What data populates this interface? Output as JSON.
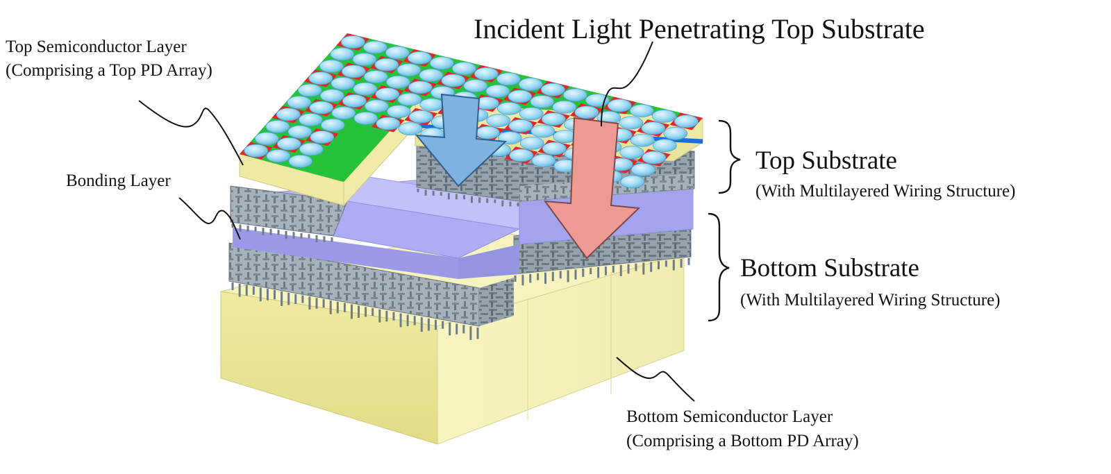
{
  "labels": {
    "incident_light": "Incident Light Penetrating Top Substrate",
    "top_semiconductor_line1": "Top Semiconductor Layer",
    "top_semiconductor_line2": "(Comprising a Top PD Array)",
    "bonding_layer": "Bonding Layer",
    "top_substrate": "Top Substrate",
    "top_substrate_sub": "(With Multilayered Wiring Structure)",
    "bottom_substrate": "Bottom Substrate",
    "bottom_substrate_sub": "(With Multilayered Wiring Structure)",
    "bottom_semiconductor_line1": "Bottom Semiconductor Layer",
    "bottom_semiconductor_line2": "(Comprising a Bottom PD Array)"
  },
  "colors": {
    "semiconductor": "#f2eeaa",
    "bonding_layer": "#a9a9f0",
    "wiring": "#8f9ca6",
    "microlens": "#8fd2ee",
    "filter_green": "#25c23a",
    "filter_red": "#e0262a",
    "blue_arrow": "#7fb2e0",
    "red_arrow": "#ee9a94"
  }
}
